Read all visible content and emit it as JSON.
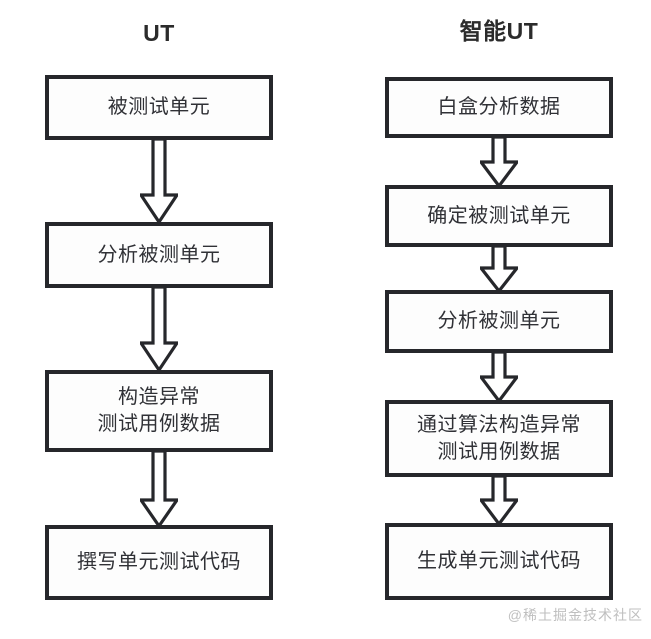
{
  "diagram": {
    "title_left": "UT",
    "title_right": "智能UT",
    "watermark": "@稀土掘金技术社区",
    "colors": {
      "border": "#26272b",
      "box_fill": "#fdfdfd",
      "text": "#303136",
      "background": "#ffffff",
      "watermark": "#bfbfbf"
    },
    "columns": [
      {
        "id": "ut",
        "title": "UT",
        "nodes": [
          {
            "label": "被测试单元"
          },
          {
            "label": "分析被测单元"
          },
          {
            "label": "构造异常\n测试用例数据"
          },
          {
            "label": "撰写单元测试代码"
          }
        ],
        "connectors": [
          "down-arrow",
          "down-arrow",
          "down-arrow"
        ]
      },
      {
        "id": "smart-ut",
        "title": "智能UT",
        "nodes": [
          {
            "label": "白盒分析数据"
          },
          {
            "label": "确定被测试单元"
          },
          {
            "label": "分析被测单元"
          },
          {
            "label": "通过算法构造异常\n测试用例数据"
          },
          {
            "label": "生成单元测试代码"
          }
        ],
        "connectors": [
          "down-arrow",
          "down-arrow",
          "down-arrow",
          "down-arrow"
        ]
      }
    ]
  }
}
